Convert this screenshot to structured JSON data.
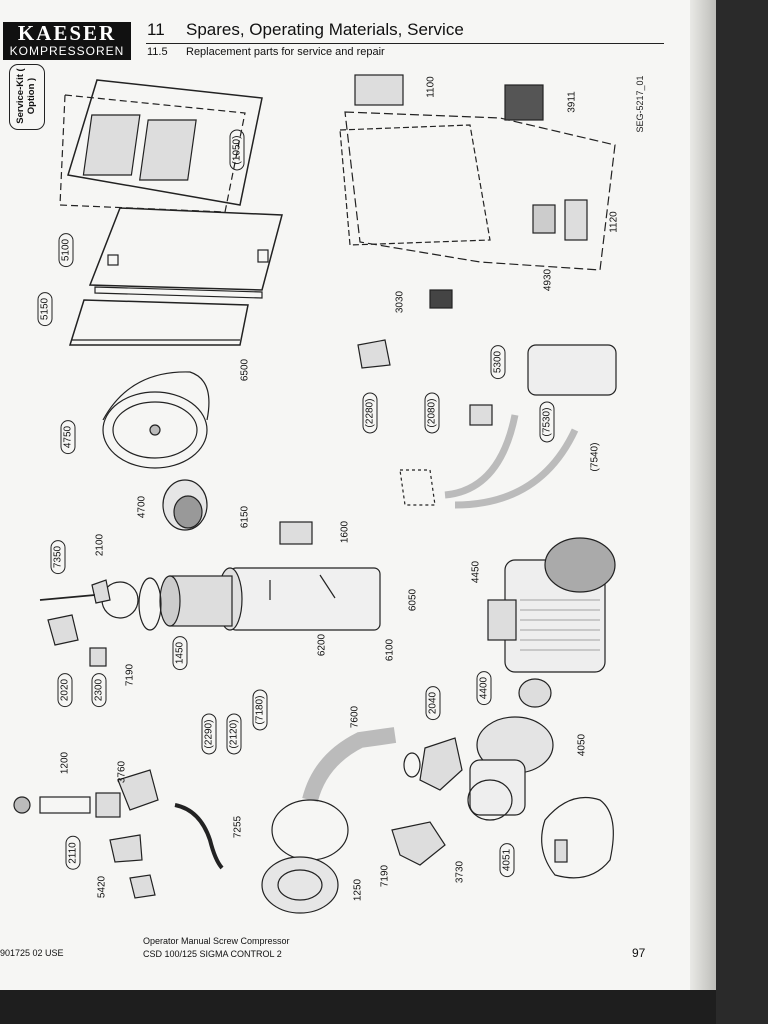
{
  "header": {
    "logo_top": "KAESER",
    "logo_bottom": "KOMPRESSOREN",
    "chapter_number": "11",
    "chapter_title": "Spares, Operating Materials, Service",
    "section_number": "11.5",
    "section_title": "Replacement parts for service and repair"
  },
  "service_kit_label": "Service-Kit ( Option )",
  "reference_code": "SEG-5217_01",
  "callouts": [
    {
      "label": "(1050)",
      "optional": true
    },
    {
      "label": "5100",
      "optional": true
    },
    {
      "label": "5150",
      "optional": true
    },
    {
      "label": "6500",
      "optional": false
    },
    {
      "label": "4750",
      "optional": true
    },
    {
      "label": "4700",
      "optional": false
    },
    {
      "label": "6150",
      "optional": false
    },
    {
      "label": "1600",
      "optional": false
    },
    {
      "label": "7350",
      "optional": true
    },
    {
      "label": "2100",
      "optional": false
    },
    {
      "label": "6050",
      "optional": false
    },
    {
      "label": "6200",
      "optional": false
    },
    {
      "label": "6100",
      "optional": false
    },
    {
      "label": "1450",
      "optional": true
    },
    {
      "label": "2020",
      "optional": true
    },
    {
      "label": "2300",
      "optional": true
    },
    {
      "label": "7190",
      "optional": false
    },
    {
      "label": "(2290)",
      "optional": true
    },
    {
      "label": "(2120)",
      "optional": true
    },
    {
      "label": "(7180)",
      "optional": true
    },
    {
      "label": "1200",
      "optional": false
    },
    {
      "label": "3760",
      "optional": false
    },
    {
      "label": "7255",
      "optional": false
    },
    {
      "label": "2110",
      "optional": true
    },
    {
      "label": "5420",
      "optional": false
    },
    {
      "label": "7600",
      "optional": false
    },
    {
      "label": "1250",
      "optional": false
    },
    {
      "label": "2040",
      "optional": true
    },
    {
      "label": "7190",
      "optional": false
    },
    {
      "label": "3730",
      "optional": false
    },
    {
      "label": "4450",
      "optional": false
    },
    {
      "label": "4400",
      "optional": true
    },
    {
      "label": "4050",
      "optional": false
    },
    {
      "label": "4051",
      "optional": true
    },
    {
      "label": "1100",
      "optional": false
    },
    {
      "label": "3911",
      "optional": false
    },
    {
      "label": "1120",
      "optional": false
    },
    {
      "label": "4930",
      "optional": false
    },
    {
      "label": "3030",
      "optional": false
    },
    {
      "label": "(2280)",
      "optional": true
    },
    {
      "label": "(2080)",
      "optional": true
    },
    {
      "label": "5300",
      "optional": true
    },
    {
      "label": "(7530)",
      "optional": true
    },
    {
      "label": "(7540)",
      "optional": false
    }
  ],
  "footer": {
    "doc_number": "901725 02  USE",
    "manual_line1": "Operator Manual   Screw Compressor",
    "manual_line2": "CSD 100/125  SIGMA CONTROL 2",
    "page_number": "97"
  }
}
